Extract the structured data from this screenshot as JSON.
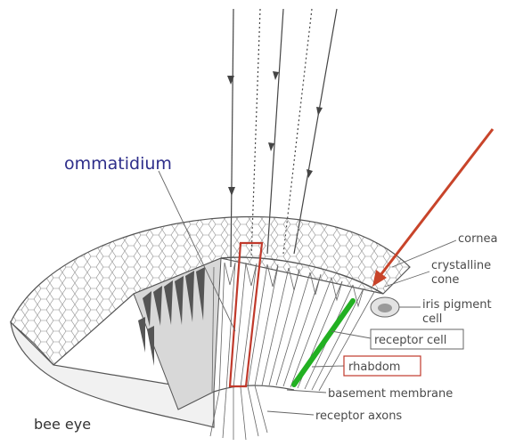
{
  "labels": {
    "ommatidium": "ommatidium",
    "cornea": "cornea",
    "crystalline_line1": "crystalline",
    "crystalline_line2": "cone",
    "iris_line1": "iris pigment",
    "iris_line2": "cell",
    "receptor_cell": "receptor cell",
    "rhabdom": "rhabdom",
    "basement_membrane": "basement membrane",
    "receptor_axons": "receptor axons",
    "bee_eye": "bee eye"
  },
  "colors": {
    "ommatidium_label": "#2e2e8a",
    "highlight_box": "#c0392b",
    "pointer_arrow": "#c8442a",
    "rhabdom_bar": "#22b022",
    "line_art": "#555555"
  }
}
